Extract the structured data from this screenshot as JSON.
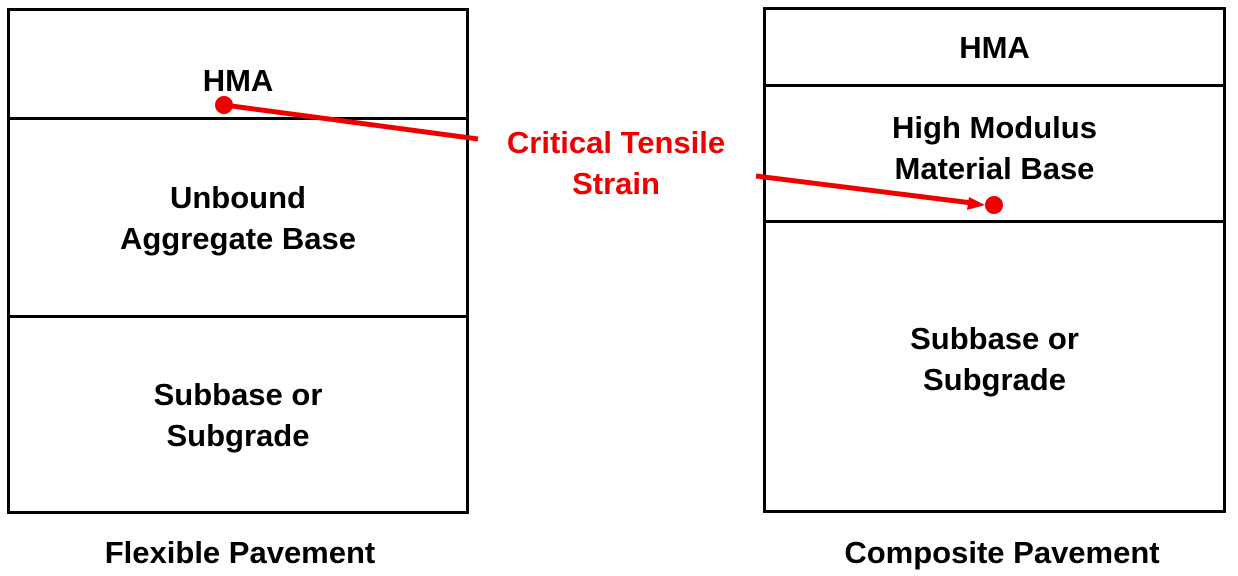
{
  "colors": {
    "outline": "#000000",
    "callout": "#ee0000",
    "background": "#ffffff"
  },
  "flexible": {
    "caption": "Flexible Pavement",
    "layers": [
      {
        "label": "HMA"
      },
      {
        "label": "Unbound\nAggregate Base"
      },
      {
        "label": "Subbase or\nSubgrade"
      }
    ]
  },
  "composite": {
    "caption": "Composite Pavement",
    "layers": [
      {
        "label": "HMA"
      },
      {
        "label": "High Modulus\nMaterial Base"
      },
      {
        "label": "Subbase or\nSubgrade"
      }
    ]
  },
  "callout": {
    "label": "Critical Tensile\nStrain"
  }
}
